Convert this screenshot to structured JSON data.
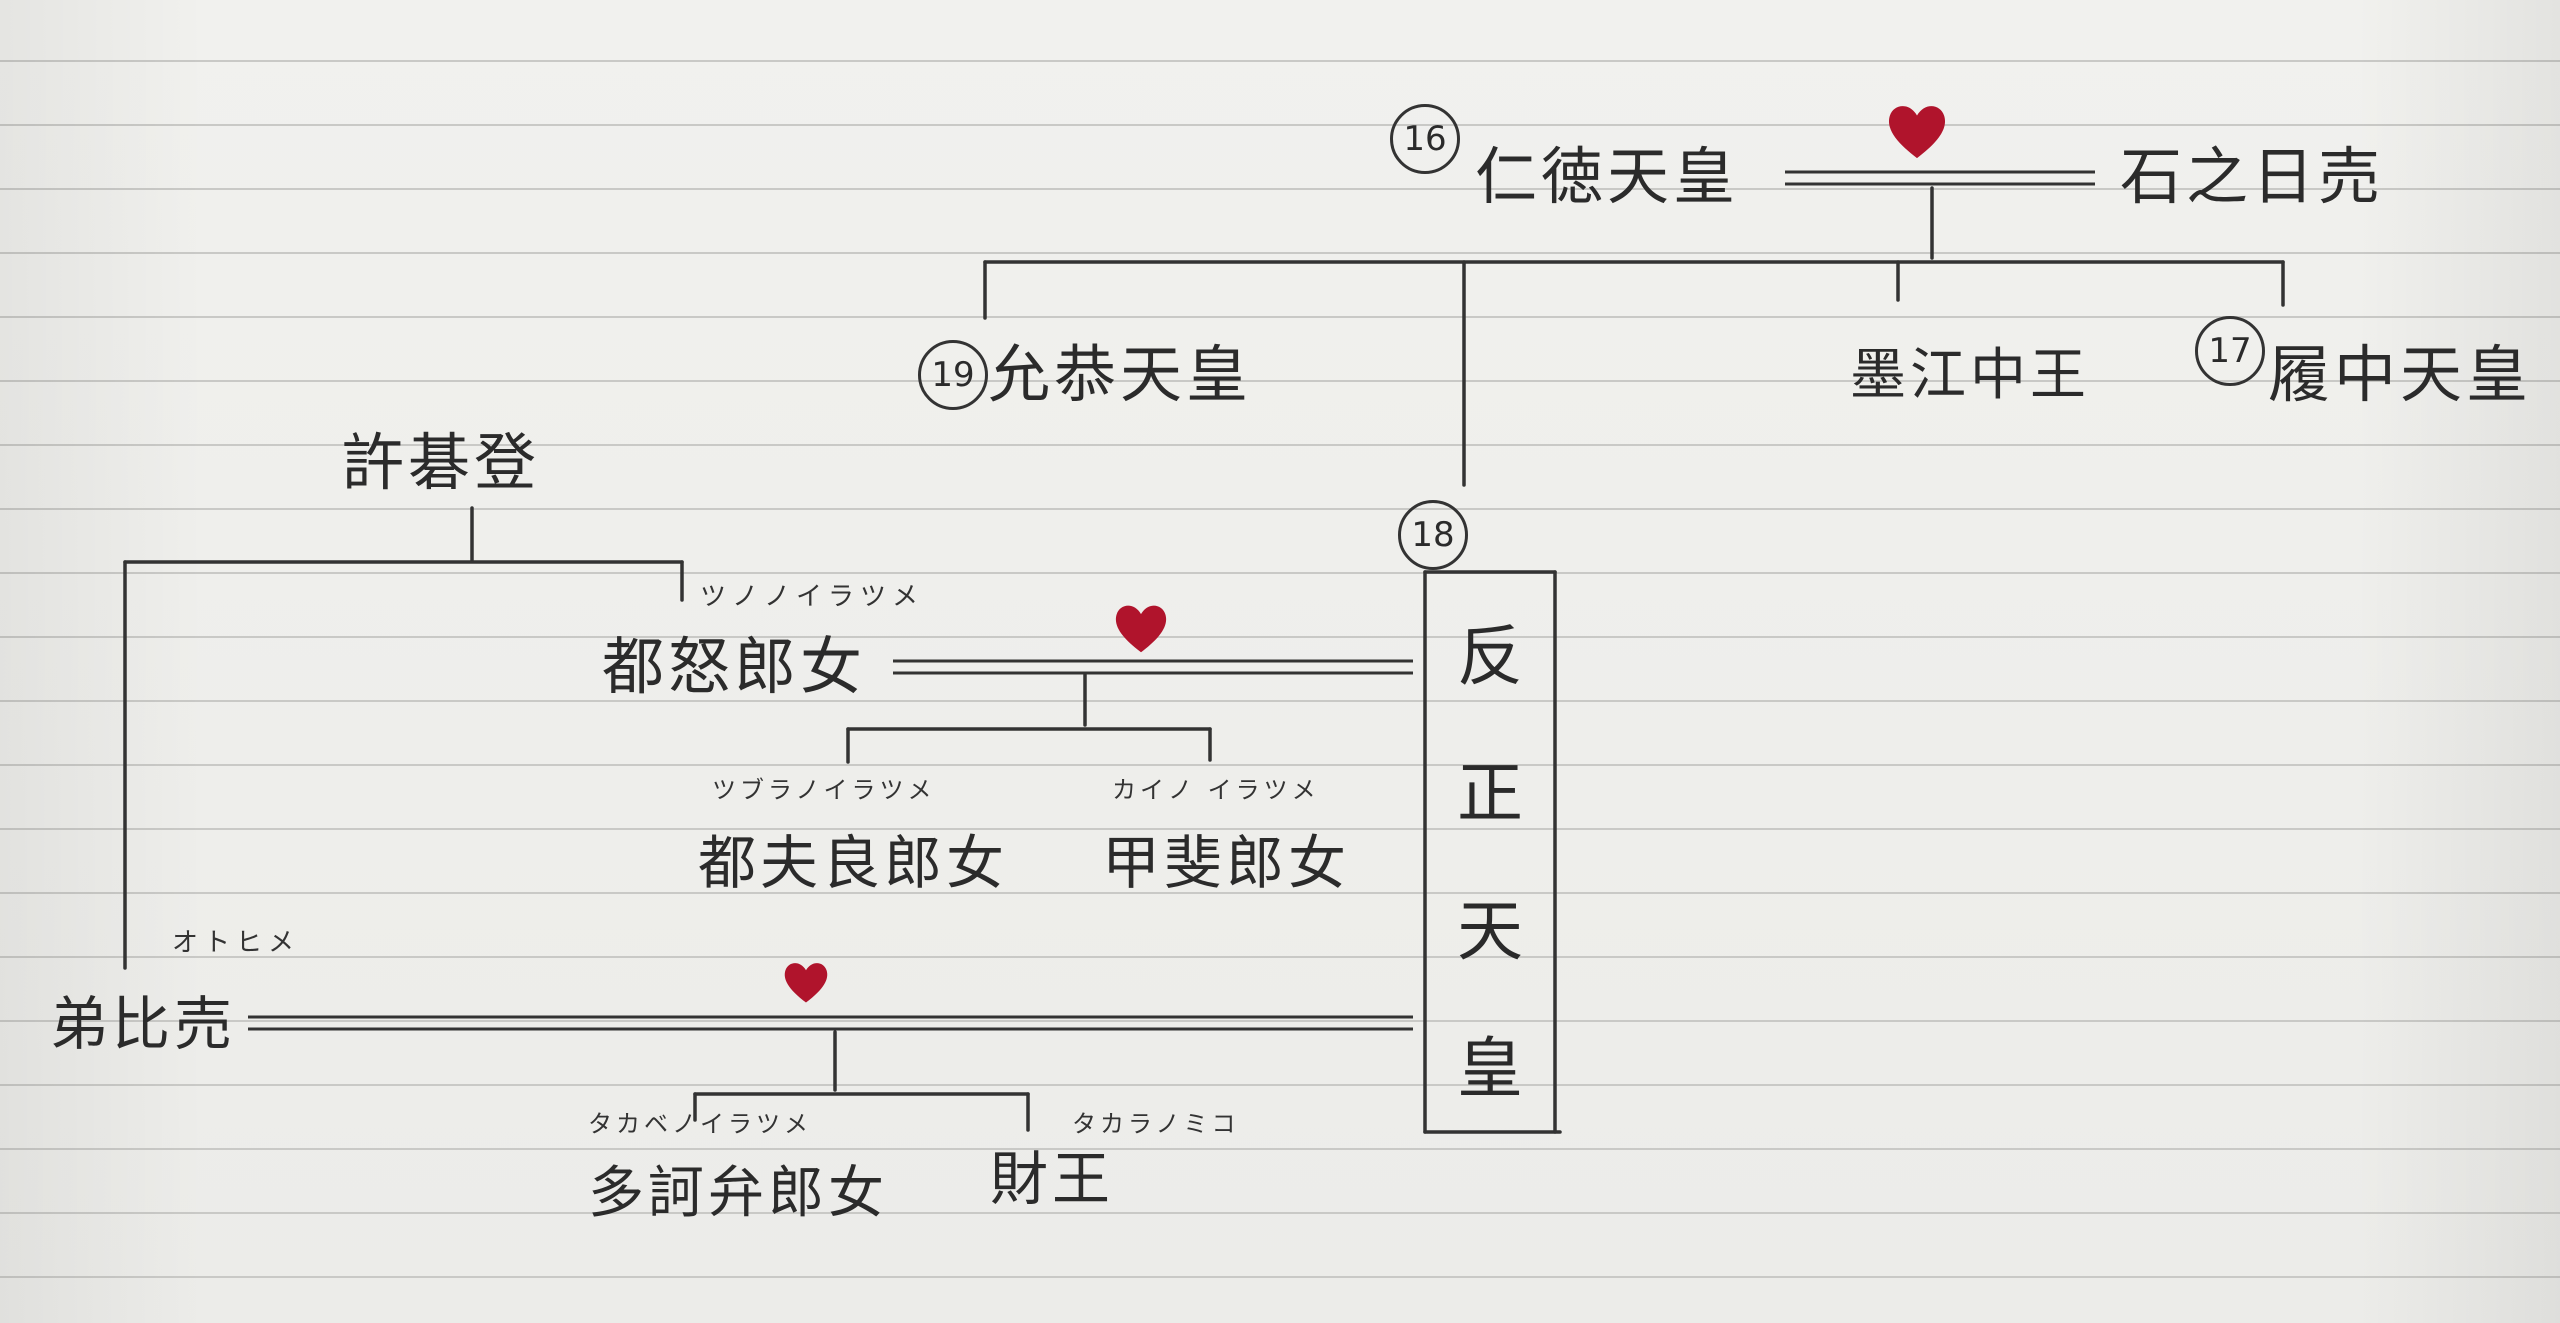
{
  "family_tree": {
    "nintoku": {
      "number": "16",
      "name": "仁徳天皇"
    },
    "spouse_iwanohime": {
      "name": "石之日売"
    },
    "ingyo": {
      "number": "19",
      "name": "允恭天皇"
    },
    "suminoe": {
      "name": "墨江中王"
    },
    "richu": {
      "number": "17",
      "name": "履中天皇"
    },
    "hanzei": {
      "number": "18",
      "chars": [
        "反",
        "正",
        "天",
        "皇"
      ]
    },
    "kogoto": {
      "name": "許碁登"
    },
    "tsunoiratsume": {
      "ruby": "ツノノイラツメ",
      "name": "都怒郎女"
    },
    "tsuburairatsume": {
      "ruby": "ツブラノイラツメ",
      "name": "都夫良郎女"
    },
    "kaiiratsume": {
      "ruby": "カイノ イラツメ",
      "name": "甲斐郎女"
    },
    "otohime": {
      "ruby": "オトヒメ",
      "name": "弟比売"
    },
    "takabeiratsume": {
      "ruby": "タカベノイラツメ",
      "name": "多訶弁郎女"
    },
    "takara": {
      "ruby": "タカラノミコ",
      "name": "財王"
    }
  },
  "colors": {
    "heart": "#b0142c",
    "ink": "#2b2b2b",
    "rule": "#c9c9c6"
  },
  "icons": [
    "heart-icon"
  ]
}
